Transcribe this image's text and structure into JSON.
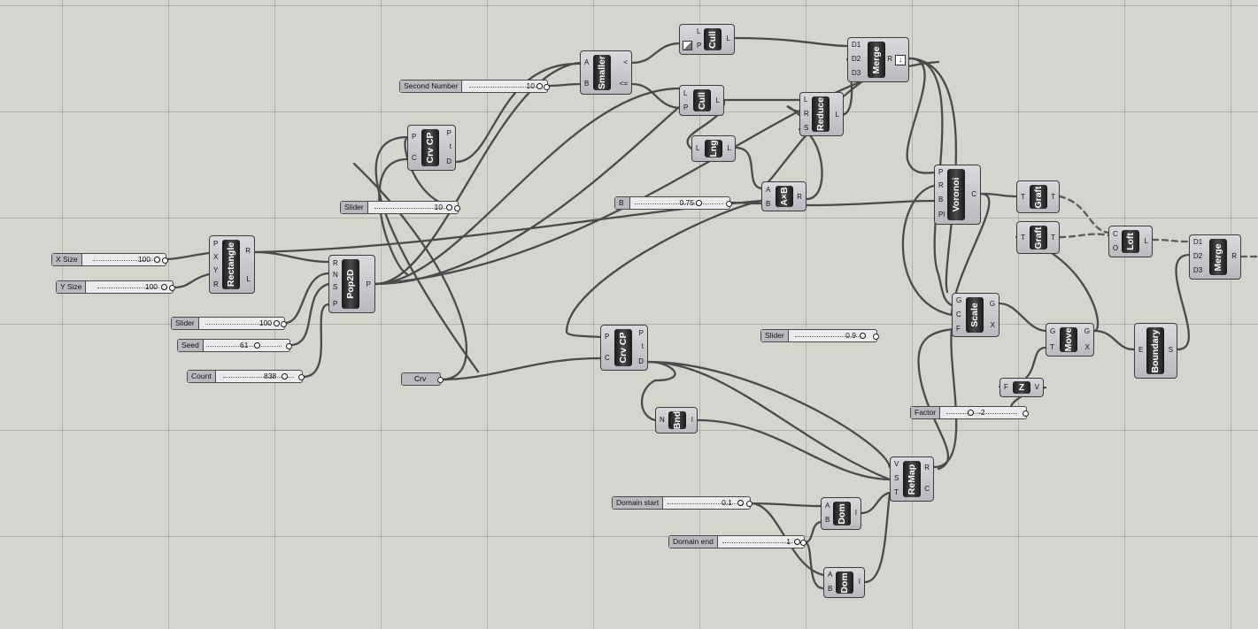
{
  "canvas": {
    "background": "#d6d4ce",
    "grid": true,
    "wire_color": "#4a4a4a"
  },
  "sliders": {
    "x_size": {
      "label": "X Size",
      "value": "100"
    },
    "y_size": {
      "label": "Y Size",
      "value": "100"
    },
    "slider_100": {
      "label": "Slider",
      "value": "100"
    },
    "seed": {
      "label": "Seed",
      "value": "61"
    },
    "count": {
      "label": "Count",
      "value": "838"
    },
    "slider_10": {
      "label": "Slider",
      "value": "10"
    },
    "second_number": {
      "label": "Second Number",
      "value": "10"
    },
    "b": {
      "label": "B",
      "value": "0.75"
    },
    "slider_09": {
      "label": "Slider",
      "value": "0.9"
    },
    "factor": {
      "label": "Factor",
      "value": "-2"
    },
    "domain_start": {
      "label": "Domain start",
      "value": "0.1"
    },
    "domain_end": {
      "label": "Domain end",
      "value": "1"
    }
  },
  "params": {
    "crv": {
      "label": "Crv"
    }
  },
  "components": {
    "rectangle": {
      "name": "Rectangle",
      "inputs": [
        "P",
        "X",
        "Y",
        "R"
      ],
      "outputs": [
        "R",
        "L"
      ]
    },
    "pop2d": {
      "name": "Pop2D",
      "inputs": [
        "R",
        "N",
        "S",
        "P"
      ],
      "outputs": [
        "P"
      ]
    },
    "crvcp1": {
      "name": "Crv CP",
      "inputs": [
        "P",
        "C"
      ],
      "outputs": [
        "P",
        "t",
        "D"
      ]
    },
    "smaller": {
      "name": "Smaller",
      "inputs": [
        "A",
        "B"
      ],
      "outputs": [
        "<",
        "<="
      ]
    },
    "cull1": {
      "name": "Cull",
      "inputs": [
        "L",
        "P"
      ],
      "outputs": [
        "L"
      ]
    },
    "cull2": {
      "name": "Cull",
      "inputs": [
        "L",
        "P"
      ],
      "outputs": [
        "L"
      ]
    },
    "lng": {
      "name": "Lng",
      "inputs": [
        "L"
      ],
      "outputs": [
        "L"
      ]
    },
    "reduce": {
      "name": "Reduce",
      "inputs": [
        "L",
        "R",
        "S"
      ],
      "outputs": [
        "L"
      ]
    },
    "axb": {
      "name": "A×B",
      "inputs": [
        "A",
        "B"
      ],
      "outputs": [
        "R"
      ]
    },
    "merge1": {
      "name": "Merge",
      "inputs": [
        "D1",
        "D2",
        "D3"
      ],
      "outputs": [
        "R"
      ]
    },
    "voronoi": {
      "name": "Voronoi",
      "inputs": [
        "P",
        "R",
        "B",
        "Pl"
      ],
      "outputs": [
        "C"
      ]
    },
    "graft1": {
      "name": "Graft",
      "inputs": [
        "T"
      ],
      "outputs": [
        "T"
      ]
    },
    "graft2": {
      "name": "Graft",
      "inputs": [
        "T"
      ],
      "outputs": [
        "T"
      ]
    },
    "loft": {
      "name": "Loft",
      "inputs": [
        "C",
        "O"
      ],
      "outputs": [
        "L"
      ]
    },
    "merge2": {
      "name": "Merge",
      "inputs": [
        "D1",
        "D2",
        "D3"
      ],
      "outputs": [
        "R"
      ]
    },
    "scale": {
      "name": "Scale",
      "inputs": [
        "G",
        "C",
        "F"
      ],
      "outputs": [
        "G",
        "X"
      ]
    },
    "move": {
      "name": "Move",
      "inputs": [
        "G",
        "T"
      ],
      "outputs": [
        "G",
        "X"
      ]
    },
    "boundary": {
      "name": "Boundary",
      "inputs": [
        "E"
      ],
      "outputs": [
        "S"
      ]
    },
    "z": {
      "name": "Z",
      "inputs": [
        "F"
      ],
      "outputs": [
        "V"
      ]
    },
    "crvcp2": {
      "name": "Crv CP",
      "inputs": [
        "P",
        "C"
      ],
      "outputs": [
        "P",
        "t",
        "D"
      ]
    },
    "bnd": {
      "name": "Bnd",
      "inputs": [
        "N"
      ],
      "outputs": [
        "I"
      ]
    },
    "remap": {
      "name": "ReMap",
      "inputs": [
        "V",
        "S",
        "T"
      ],
      "outputs": [
        "R",
        "C"
      ]
    },
    "dom1": {
      "name": "Dom",
      "inputs": [
        "A",
        "B"
      ],
      "outputs": [
        "I"
      ]
    },
    "dom2": {
      "name": "Dom",
      "inputs": [
        "A",
        "B"
      ],
      "outputs": [
        "I"
      ]
    }
  }
}
